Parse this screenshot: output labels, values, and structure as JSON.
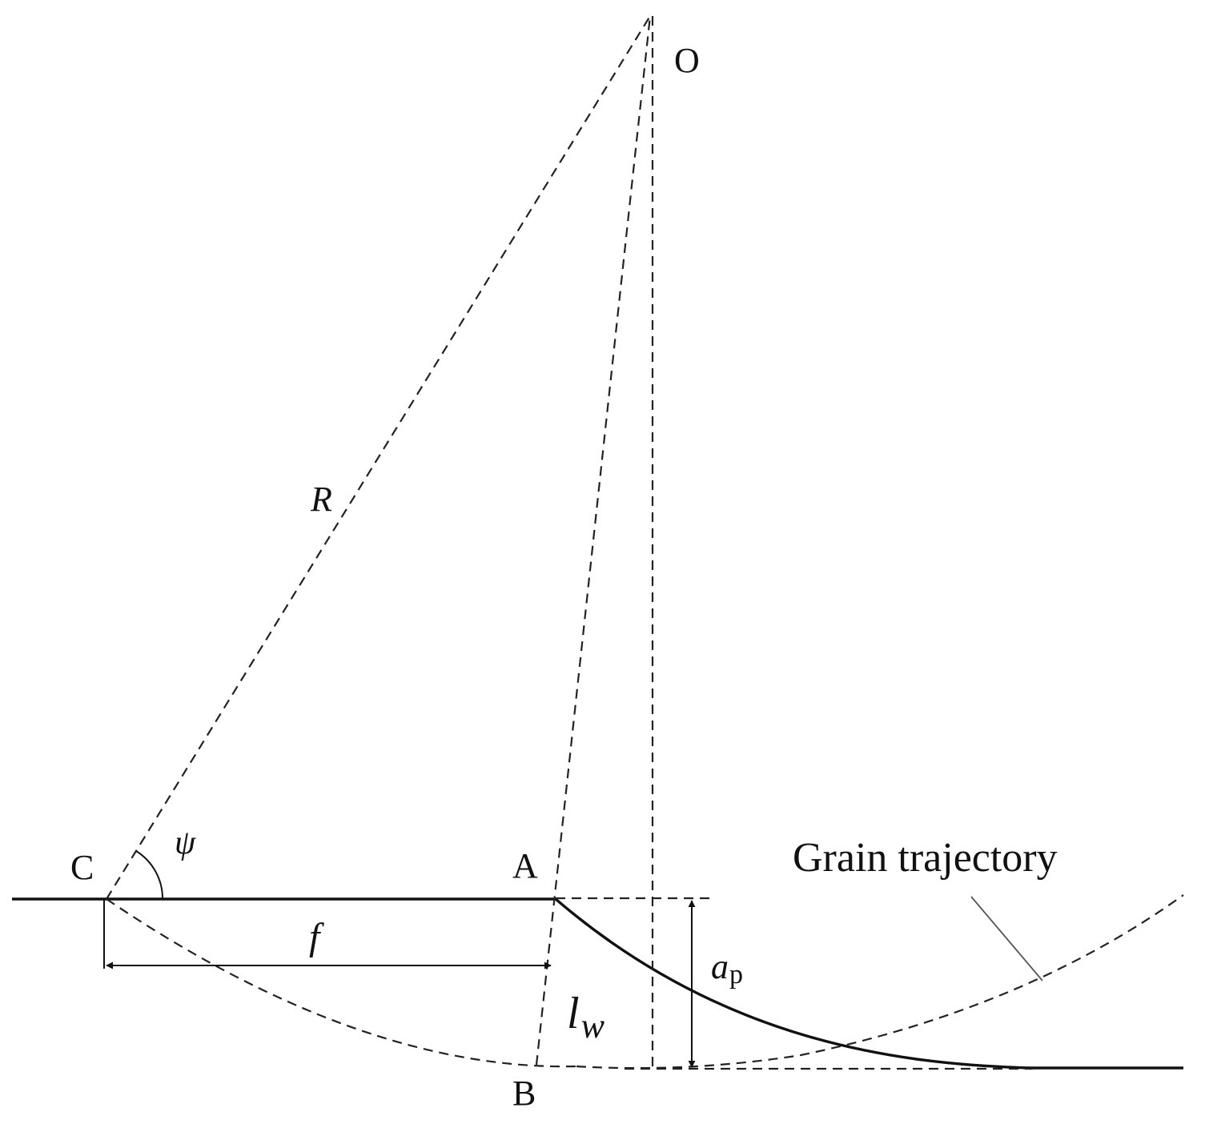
{
  "labels": {
    "point_o": "O",
    "point_a": "A",
    "point_b": "B",
    "point_c": "C",
    "radius": "R",
    "angle": "ψ",
    "feed": "f",
    "contact_length": "l",
    "contact_length_sub": "w",
    "depth": "a",
    "depth_sub": "p",
    "trajectory": "Grain trajectory"
  },
  "colors": {
    "ink": "#111111",
    "background": "#ffffff"
  }
}
